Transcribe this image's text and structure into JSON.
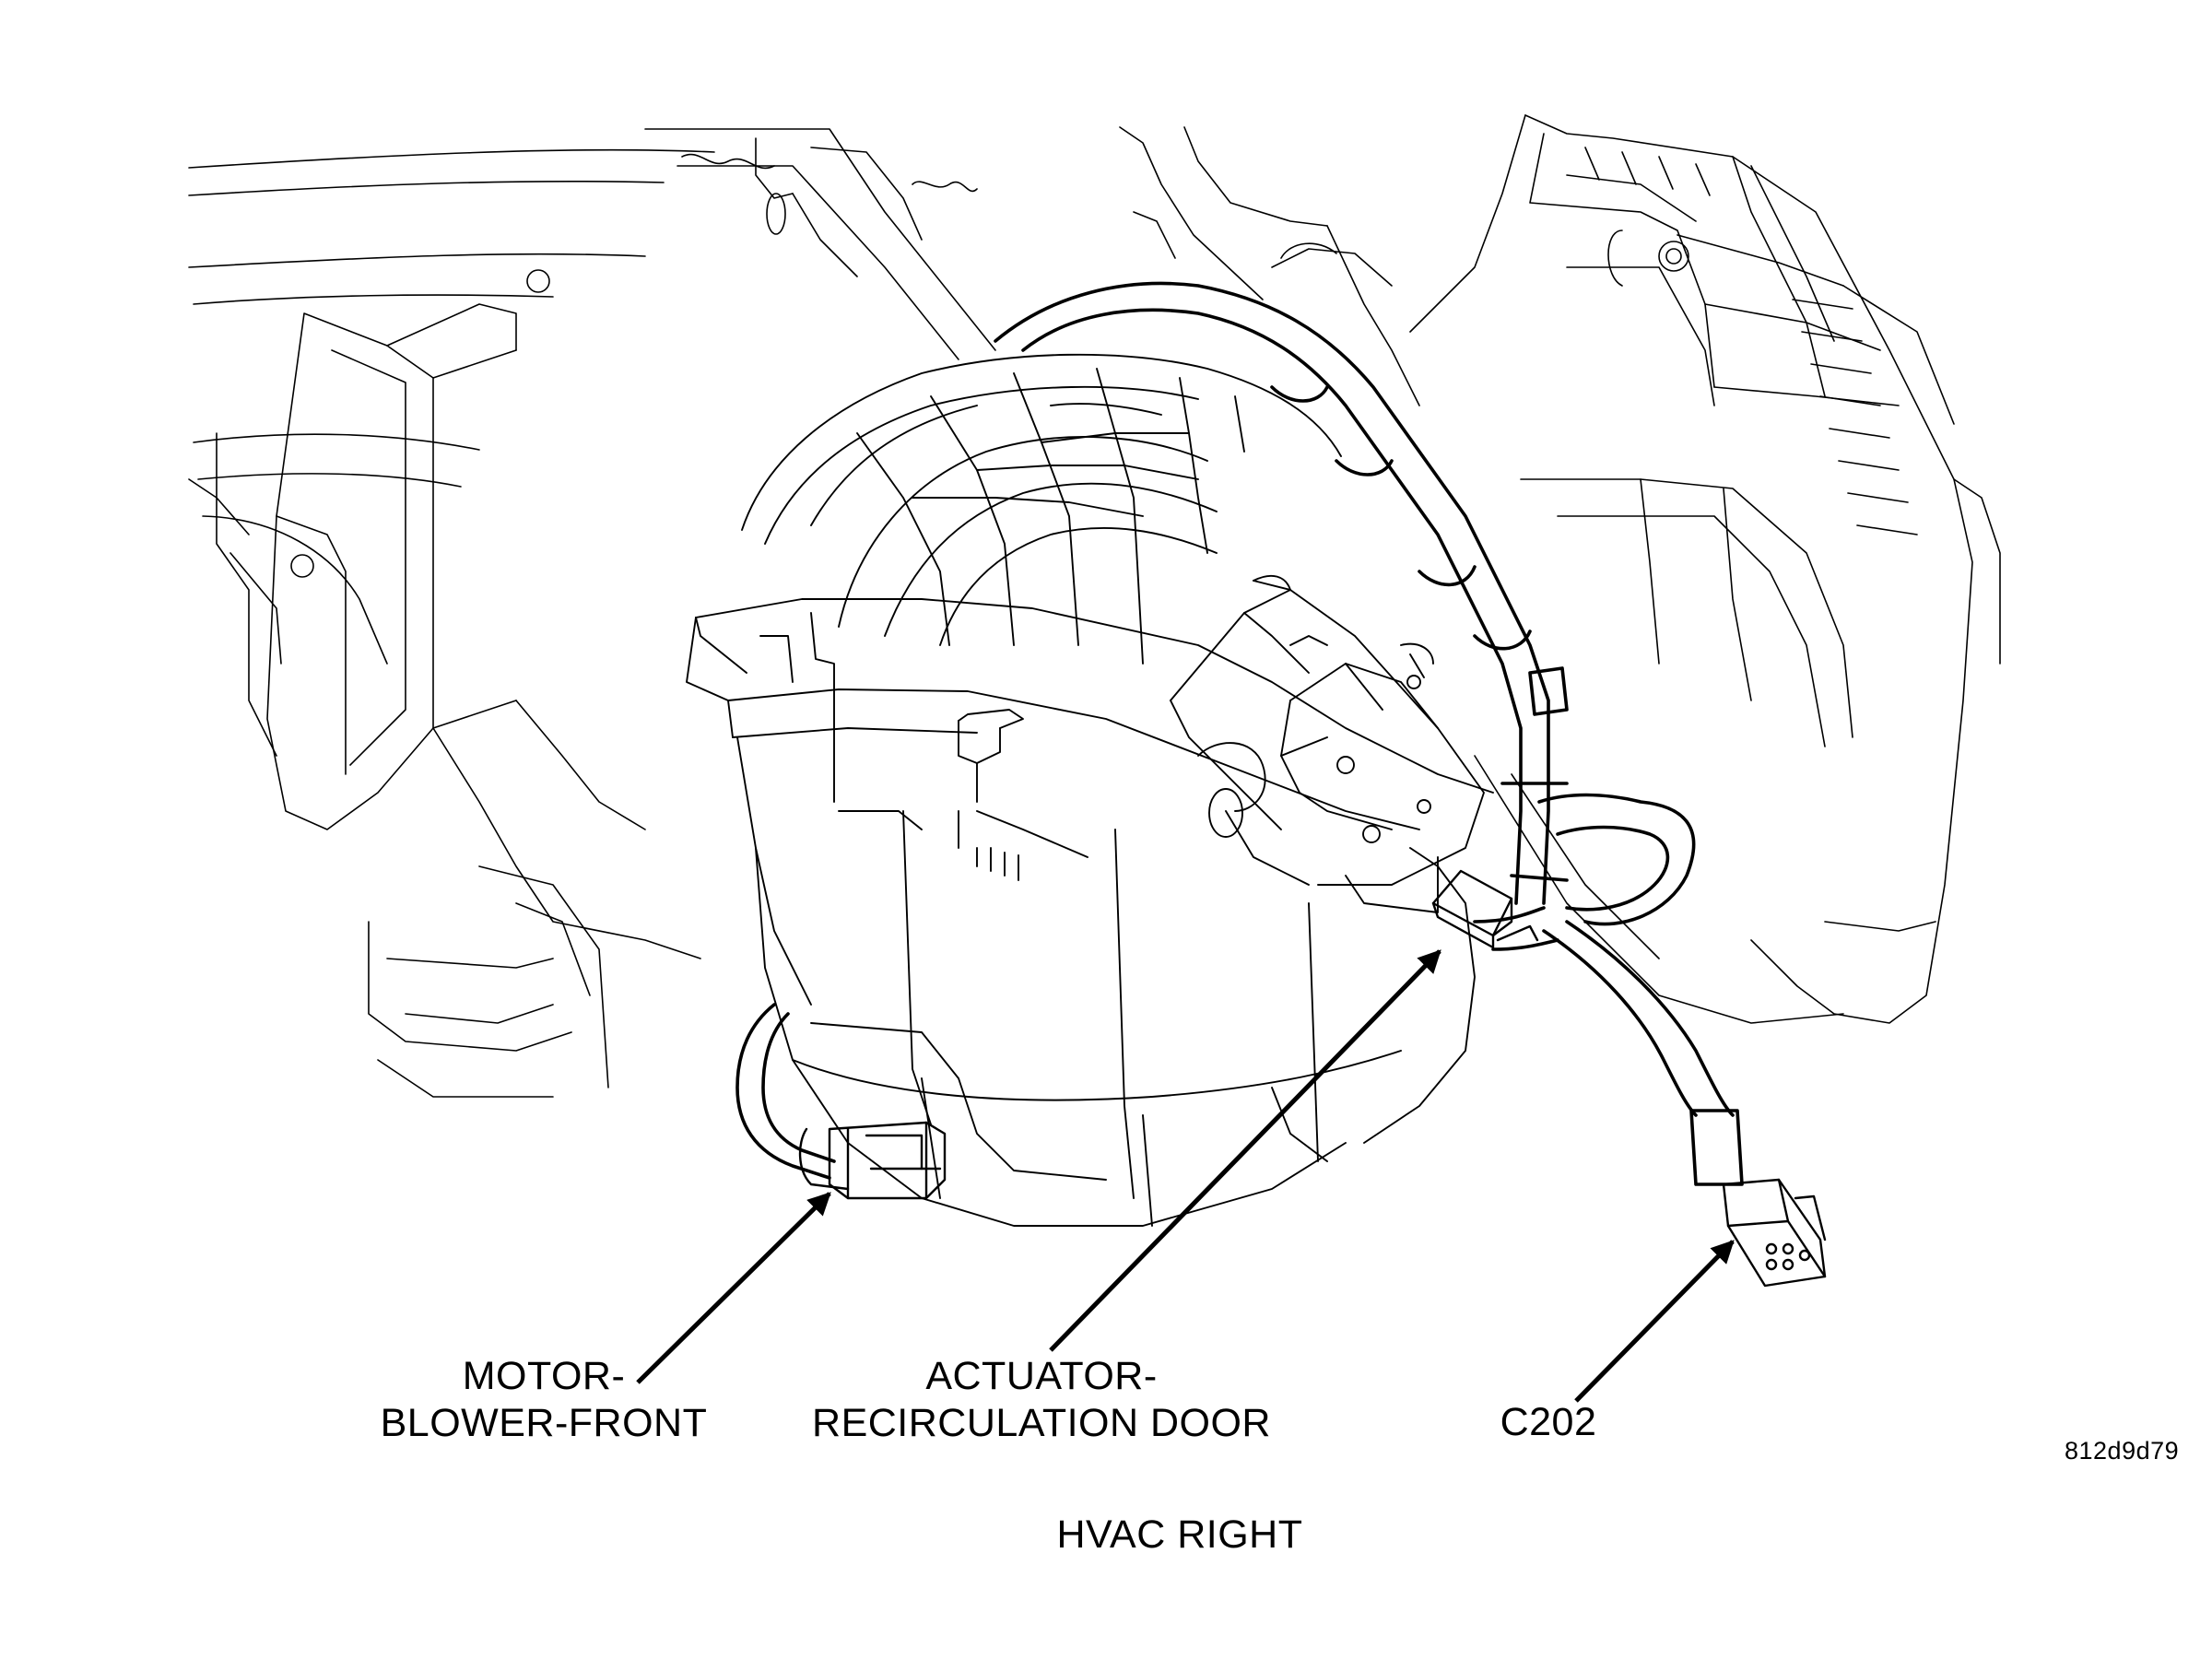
{
  "labels": {
    "motor_line1": "MOTOR-",
    "motor_line2": "BLOWER-FRONT",
    "actuator_line1": "ACTUATOR-",
    "actuator_line2": "RECIRCULATION DOOR",
    "connector": "C202"
  },
  "caption": "HVAC RIGHT",
  "figure_id": "812d9d79",
  "colors": {
    "line": "#000000",
    "background": "#ffffff"
  }
}
